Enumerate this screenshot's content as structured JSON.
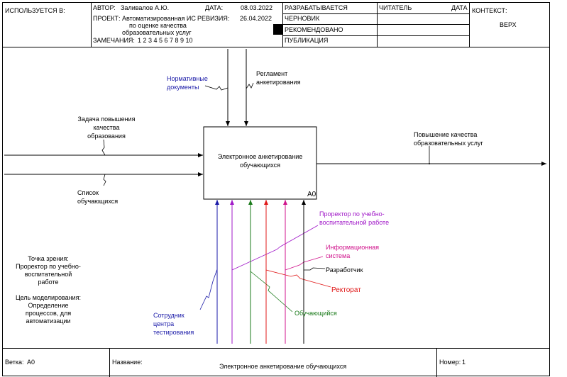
{
  "header": {
    "used_at_label": "ИСПОЛЬЗУЕТСЯ В:",
    "author_label": "АВТОР:",
    "author": "Заливалов А.Ю.",
    "date_label": "ДАТА:",
    "date": "08.03.2022",
    "project_label": "ПРОЕКТ:",
    "project_lines": [
      "Автоматизированная ИС",
      "по оценке качества",
      "образовательных услуг"
    ],
    "revision_label": "РЕВИЗИЯ:",
    "revision": "26.04.2022",
    "notes_label": "ЗАМЕЧАНИЯ:",
    "notes_numbers": "1  2  3  4  5  6  7  8  9  10",
    "status_working": "РАЗРАБАТЫВАЕТСЯ",
    "status_draft": "ЧЕРНОВИК",
    "status_recommended": "РЕКОМЕНДОВАНО",
    "status_publication": "ПУБЛИКАЦИЯ",
    "reader_label": "ЧИТАТЕЛЬ",
    "reader_date_label": "ДАТА",
    "context_label": "КОНТЕКСТ:",
    "context_value": "ВЕРХ"
  },
  "box": {
    "title_lines": [
      "Электронное анкетирование",
      "обучающихся"
    ],
    "number": "A0"
  },
  "controls": {
    "normative_lines": [
      "Нормативные",
      "документы"
    ],
    "regulation_lines": [
      "Регламент",
      "анкетирования"
    ]
  },
  "inputs": {
    "task_lines": [
      "Задача повышения",
      "качества",
      "образования"
    ],
    "students_list_lines": [
      "Список",
      "обучающихся"
    ]
  },
  "outputs": {
    "improvement_lines": [
      "Повышение качества",
      "образовательных услуг"
    ]
  },
  "mechanisms": {
    "prorector_lines": [
      "Проректор по учебно-",
      "воспитательной работе"
    ],
    "info_system_lines": [
      "Информационная",
      "система"
    ],
    "developer": "Разработчик",
    "rectorate": "Ректорат",
    "student": "Обучающийся",
    "testing_center_lines": [
      "Сотрудник",
      "центра",
      "тестирования"
    ]
  },
  "viewpoint": {
    "lines": [
      "Точка зрения:",
      "Проректор по учебно-",
      "воспитательной",
      "работе",
      "",
      "Цель моделирования:",
      "Определение",
      "процессов, для",
      "автоматизации"
    ]
  },
  "footer": {
    "node_label": "Ветка:",
    "node_value": "A0",
    "title_label": "Название:",
    "title_value": "Электронное анкетирование обучающихся",
    "number_label": "Номер:",
    "number_value": "1"
  },
  "colors": {
    "blue": "#1a1aa8",
    "purple": "#a018c8",
    "green": "#1a7a1a",
    "red": "#e01818",
    "magenta": "#d0148c",
    "black": "#000000"
  }
}
